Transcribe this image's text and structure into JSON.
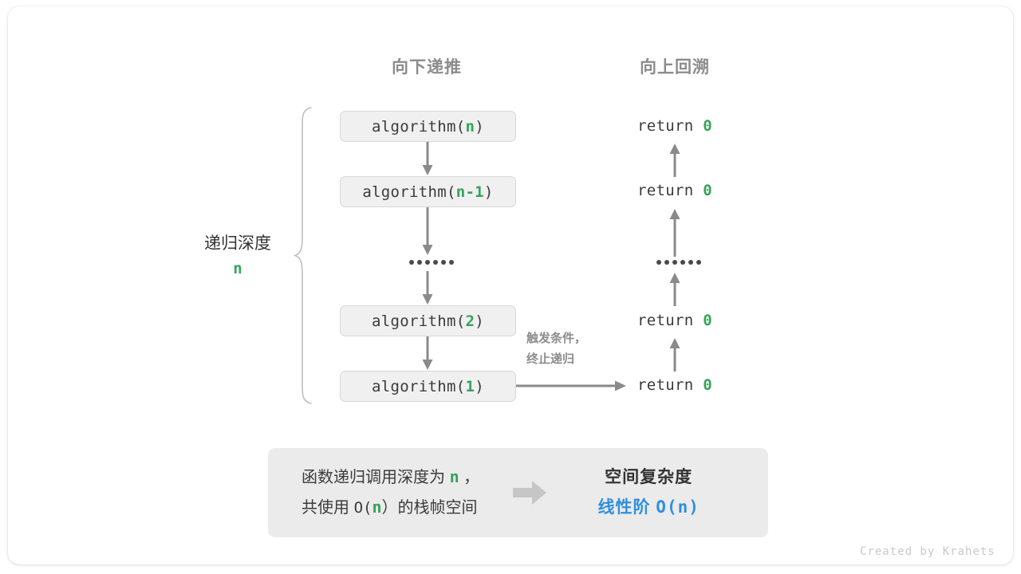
{
  "figure": {
    "headings": {
      "left": "向下递推",
      "right": "向上回溯"
    },
    "depth_label": {
      "title": "递归深度",
      "value": "n"
    },
    "call_stack": [
      {
        "prefix": "algorithm(",
        "arg": "n",
        "suffix": ")"
      },
      {
        "prefix": "algorithm(",
        "arg": "n-1",
        "suffix": ")"
      },
      {
        "prefix": "algorithm(",
        "arg": "2",
        "suffix": ")"
      },
      {
        "prefix": "algorithm(",
        "arg": "1",
        "suffix": ")"
      }
    ],
    "ellipsis_dots": 6,
    "returns": [
      {
        "keyword": "return",
        "value": "0"
      },
      {
        "keyword": "return",
        "value": "0"
      },
      {
        "keyword": "return",
        "value": "0"
      },
      {
        "keyword": "return",
        "value": "0"
      }
    ],
    "trigger_note": {
      "line1": "触发条件，",
      "line2": "终止递归"
    },
    "summary": {
      "left_line1_a": "函数递归调用深度为",
      "left_line1_n": "n",
      "left_line1_b": "，",
      "left_line2_a": "共使用",
      "left_line2_o": "O(",
      "left_line2_n": "n",
      "left_line2_c": "）",
      "left_line2_b": "的栈帧空间",
      "arrow_icon": "right-arrow-icon",
      "right_title": "空间复杂度",
      "right_value_label": "线性阶",
      "right_value_expr": "O(n)"
    },
    "credit": "Created by Krahets",
    "colors": {
      "green": "#35a35a",
      "blue": "#2f8fdd",
      "gray_heading": "#8c8c8c",
      "box_fill": "#f0f0f0",
      "panel_fill": "#ebebeb",
      "arrow": "#8a8a8a"
    }
  }
}
